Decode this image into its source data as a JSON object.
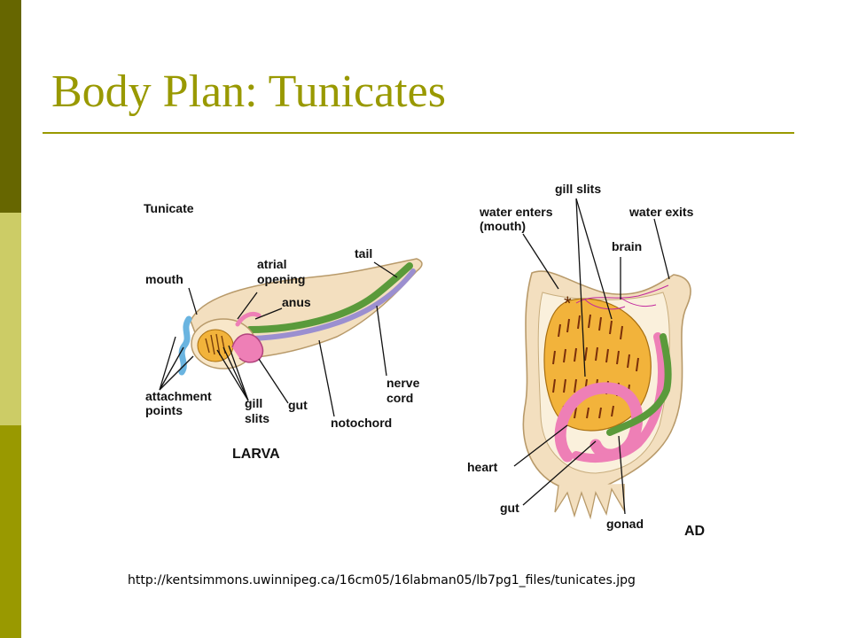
{
  "slide": {
    "title": "Body Plan: Tunicates",
    "caption": "http://kentsimmons.uwinnipeg.ca/16cm05/16labman05/lb7pg1_files/tunicates.jpg"
  },
  "larva": {
    "heading": "Tunicate",
    "stage_label": "LARVA",
    "labels": {
      "mouth": "mouth",
      "atrial_1": "atrial",
      "atrial_2": "opening",
      "anus": "anus",
      "tail": "tail",
      "attachment_1": "attachment",
      "attachment_2": "points",
      "gill_1": "gill",
      "gill_2": "slits",
      "gut": "gut",
      "nerve_1": "nerve",
      "nerve_2": "cord",
      "notochord": "notochord"
    }
  },
  "adult": {
    "stage_label": "AD",
    "labels": {
      "gill_slits": "gill slits",
      "water_enters_1": "water enters",
      "water_enters_2": "(mouth)",
      "water_exits": "water exits",
      "brain": "brain",
      "heart": "heart",
      "gut": "gut",
      "gonad": "gonad"
    }
  },
  "colors": {
    "theme_olive": "#999900",
    "bar_dark": "#666600",
    "bar_light": "#cccc66",
    "tunic": "#f3dfbf",
    "pharynx": "#f2b33b",
    "gut_pink": "#ee7fb6",
    "notochord": "#5a9a3b",
    "nerve_cord": "#9b8fd0",
    "attachment": "#6ab4e0"
  }
}
